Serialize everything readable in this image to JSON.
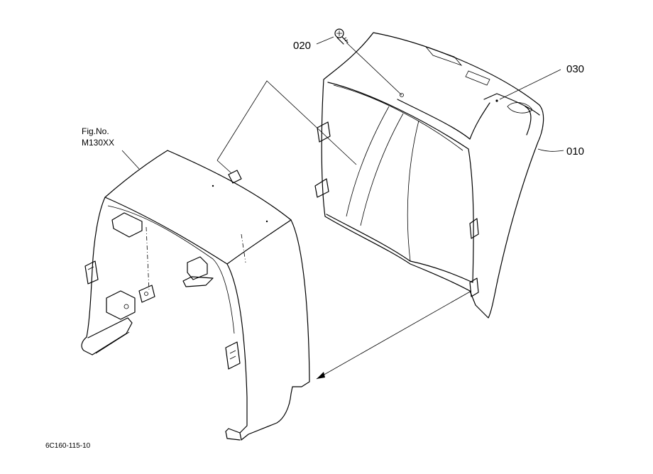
{
  "figure": {
    "fig_no_label": "Fig.No.",
    "fig_no_value": "M130XX",
    "drawing_code": "6C160-115-10"
  },
  "callouts": [
    {
      "number": "020"
    },
    {
      "number": "030"
    },
    {
      "number": "010"
    }
  ]
}
